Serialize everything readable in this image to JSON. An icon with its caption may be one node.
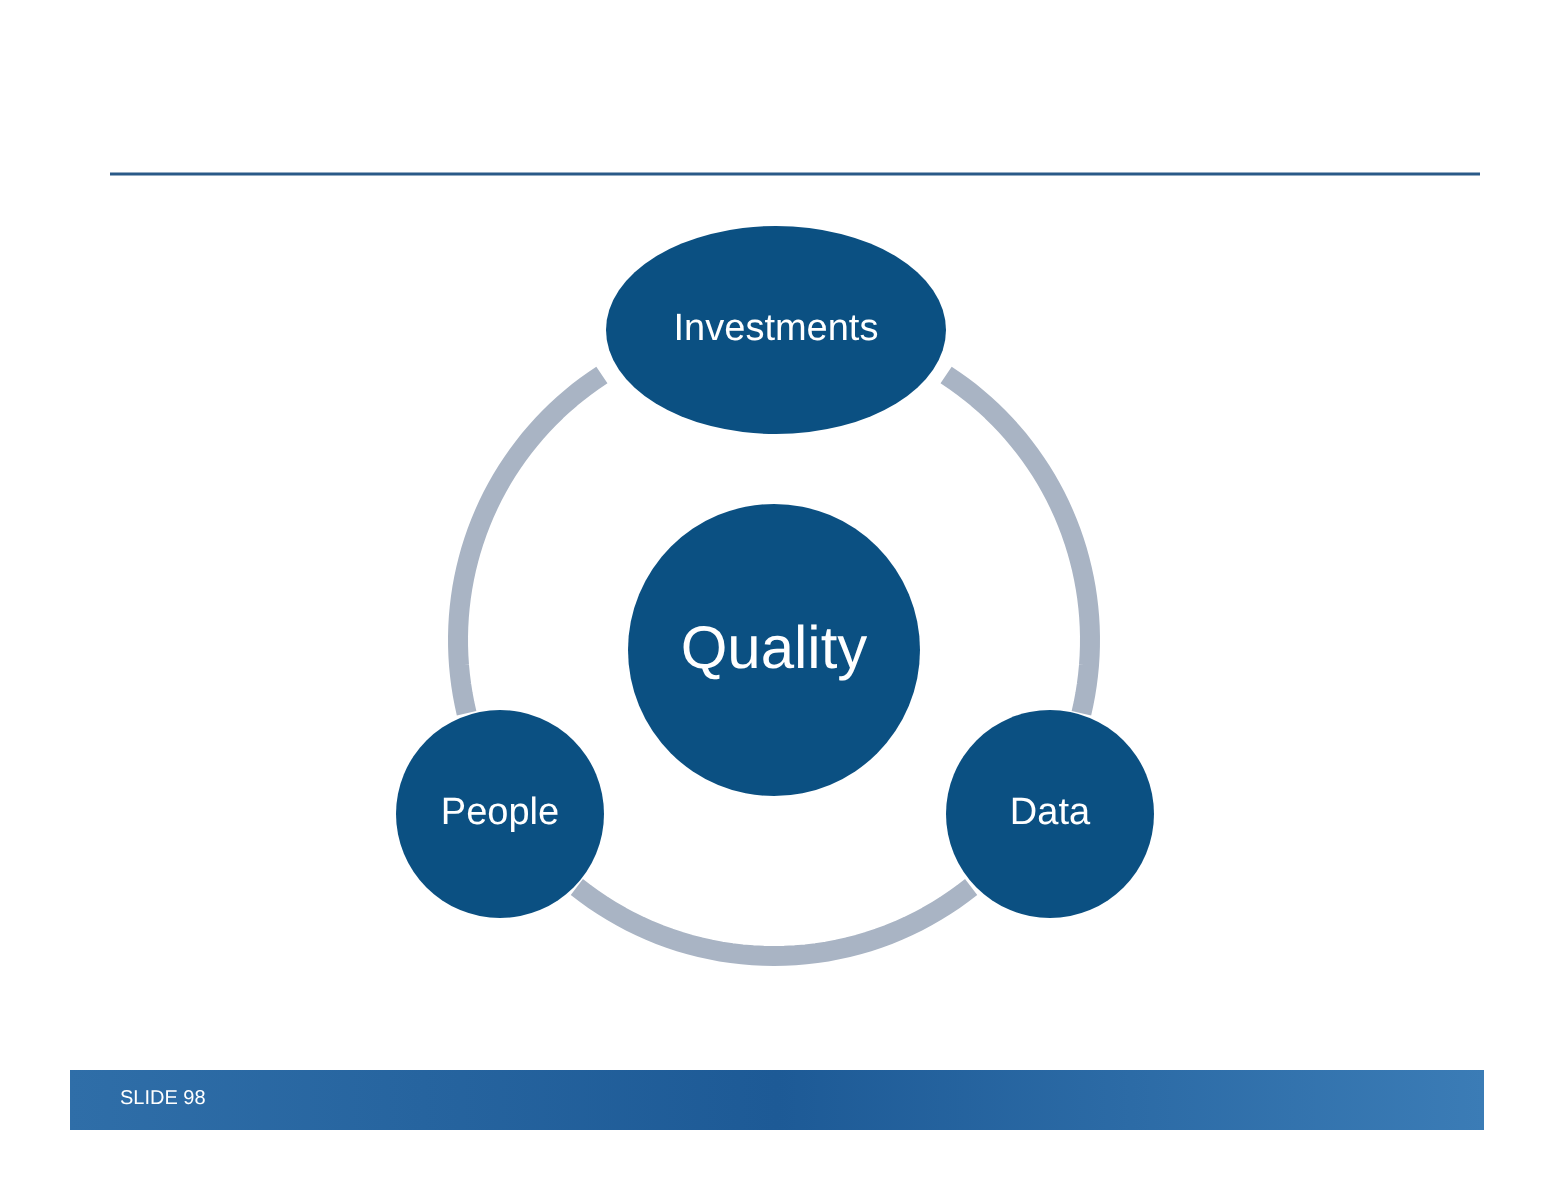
{
  "diagram": {
    "nodes": [
      {
        "text": [
          "Investments"
        ]
      },
      {
        "text": [
          "Quality"
        ]
      },
      {
        "text": [
          "People"
        ]
      },
      {
        "text": [
          "Data"
        ]
      }
    ],
    "edges": [
      {
        "from": 0,
        "to": 3,
        "arrow": "none"
      },
      {
        "from": 3,
        "to": 2,
        "arrow": "none"
      },
      {
        "from": 2,
        "to": 0,
        "arrow": "none"
      }
    ],
    "labels": [
      "SLIDE 98"
    ]
  }
}
